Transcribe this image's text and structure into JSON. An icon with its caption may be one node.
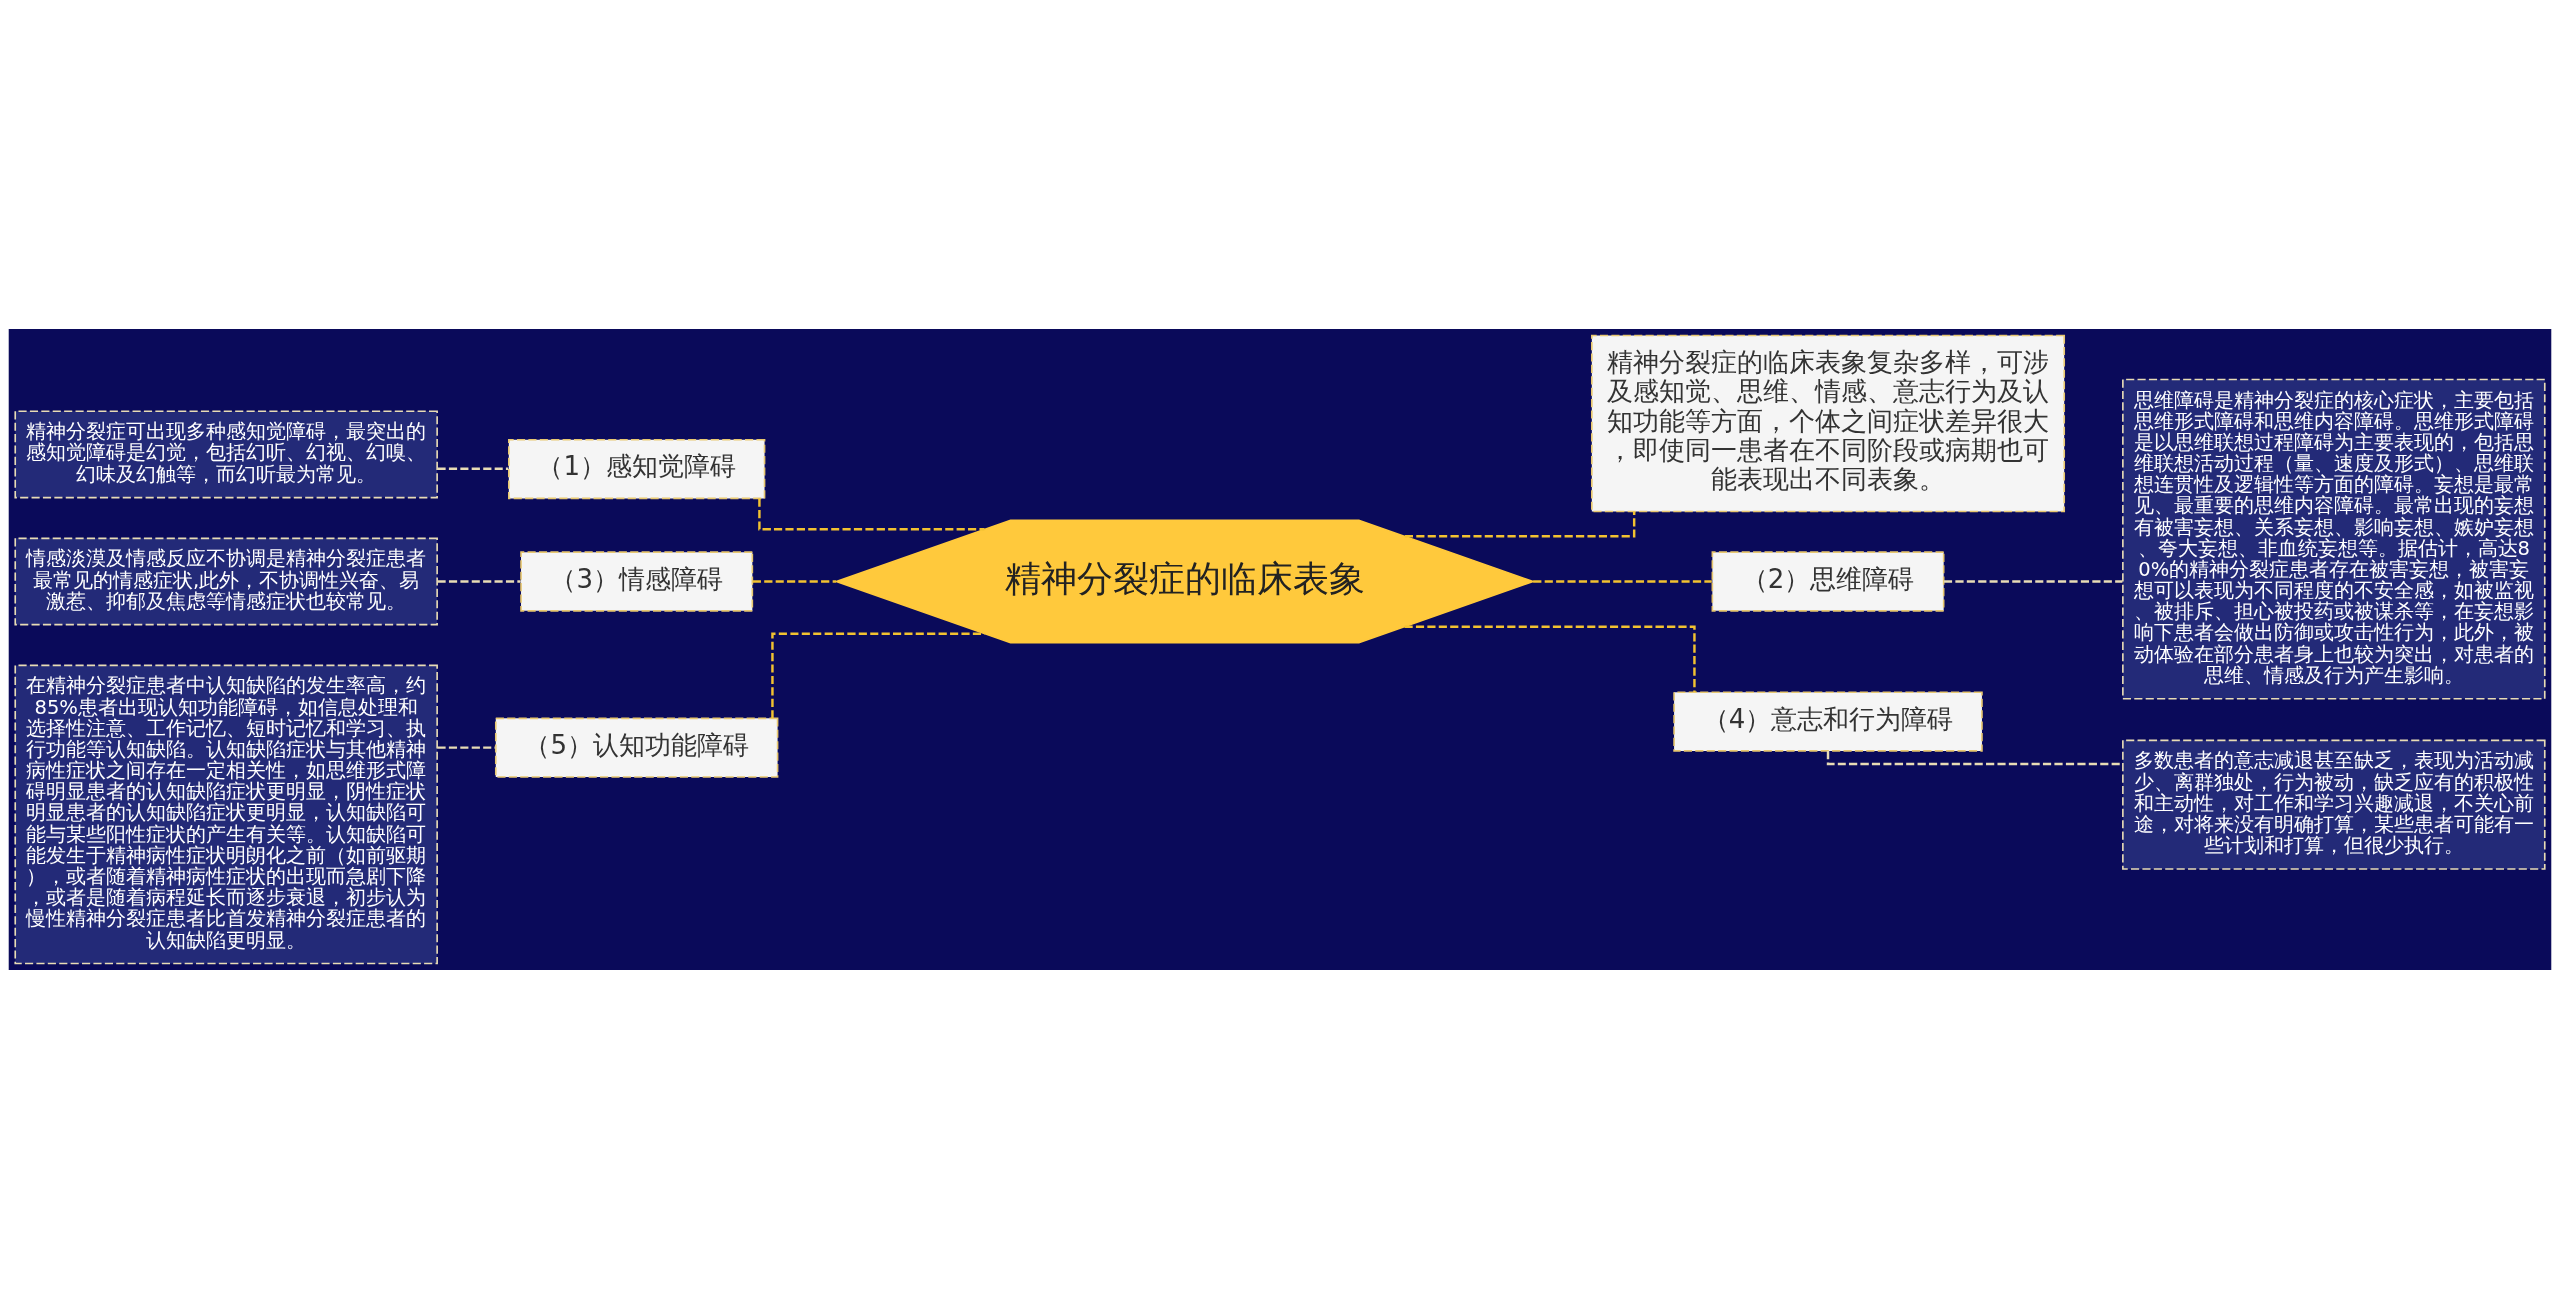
{
  "diagram": {
    "nodes": [
      {
        "text": [
          "精神分裂症的临床表象"
        ]
      },
      {
        "text": [
          "（1）感知觉障碍"
        ]
      },
      {
        "text": [
          "精神分裂症可出现多种感知觉障碍，最突出的感知觉障碍是幻觉，包括幻听、幻视、幻嗅、幻味及幻触等，而幻听最为常见。"
        ]
      },
      {
        "text": [
          "（3）情感障碍"
        ]
      },
      {
        "text": [
          "情感淡漠及情感反应不协调是精神分裂症患者最常见的情感症状,此外，不协调性兴奋、易激惹、抑郁及焦虑等情感症状也较常见。"
        ]
      },
      {
        "text": [
          "（5）认知功能障碍"
        ]
      },
      {
        "text": [
          "在精神分裂症患者中认知缺陷的发生率高，约85%患者出现认知功能障碍，如信息处理和选择性注意、工作记忆、短时记忆和学习、执行功能等认知缺陷。认知缺陷症状与其他精神病性症状之间存在一定相关性，如思维形式障碍明显患者的认知缺陷症状更明显，阴性症状明显患者的认知缺陷症状更明显，认知缺陷可能与某些阳性症状的产生有关等。认知缺陷可能发生于精神病性症状明朗化之前（如前驱期），或者随着精神病性症状的出现而急剧下降，或者是随着病程延长而逐步衰退，初步认为慢性精神分裂症患者比首发精神分裂症患者的认知缺陷更明显。"
        ]
      },
      {
        "text": [
          "精神分裂症的临床表象复杂多样，可涉及感知觉、思维、情感、意志行为及认知功能等方面，个体之间症状差异很大，即使同一患者在不同阶段或病期也可能表现出不同表象。"
        ]
      },
      {
        "text": [
          "（2）思维障碍"
        ]
      },
      {
        "text": [
          "思维障碍是精神分裂症的核心症状，主要包括思维形式障碍和思维内容障碍。思维形式障碍是以思维联想过程障碍为主要表现的，包括思维联想活动过程（量、速度及形式）、思维联想连贯性及逻辑性等方面的障碍。妄想是最常见、最重要的思维内容障碍。最常出现的妄想有被害妄想、关系妄想、影响妄想、嫉妒妄想、夸大妄想、非血统妄想等。据估计，高达80%的精神分裂症患者存在被害妄想，被害妄想可以表现为不同程度的不安全感，如被监视、被排斥、担心被投药或被谋杀等，在妄想影响下患者会做出防御或攻击性行为，此外，被动体验在部分患者身上也较为突出，对患者的思维、情感及行为产生影响。"
        ]
      },
      {
        "text": [
          "（4）意志和行为障碍"
        ]
      },
      {
        "text": [
          "多数患者的意志减退甚至缺乏，表现为活动减少、离群独处，行为被动，缺乏应有的积极性和主动性，对工作和学习兴趣减退，不关心前途，对将来没有明确打算，某些患者可能有一些计划和打算，但很少执行。"
        ]
      }
    ],
    "edges": [
      {
        "from": 0,
        "to": 1,
        "arrow": "none",
        "style": "dashed",
        "color": "#f2c230"
      },
      {
        "from": 1,
        "to": 2,
        "arrow": "none",
        "style": "dashed",
        "color": "#e8dcb5"
      },
      {
        "from": 0,
        "to": 3,
        "arrow": "none",
        "style": "dashed",
        "color": "#f2c230"
      },
      {
        "from": 3,
        "to": 4,
        "arrow": "none",
        "style": "dashed",
        "color": "#e8dcb5"
      },
      {
        "from": 0,
        "to": 5,
        "arrow": "none",
        "style": "dashed",
        "color": "#f2c230"
      },
      {
        "from": 5,
        "to": 6,
        "arrow": "none",
        "style": "dashed",
        "color": "#e8dcb5"
      },
      {
        "from": 0,
        "to": 7,
        "arrow": "none",
        "style": "dashed",
        "color": "#f2c230"
      },
      {
        "from": 0,
        "to": 8,
        "arrow": "none",
        "style": "dashed",
        "color": "#f2c230"
      },
      {
        "from": 8,
        "to": 9,
        "arrow": "none",
        "style": "dashed",
        "color": "#e8dcb5"
      },
      {
        "from": 0,
        "to": 10,
        "arrow": "none",
        "style": "dashed",
        "color": "#f2c230"
      },
      {
        "from": 10,
        "to": 11,
        "arrow": "none",
        "style": "dashed",
        "color": "#e8dcb5"
      }
    ]
  }
}
